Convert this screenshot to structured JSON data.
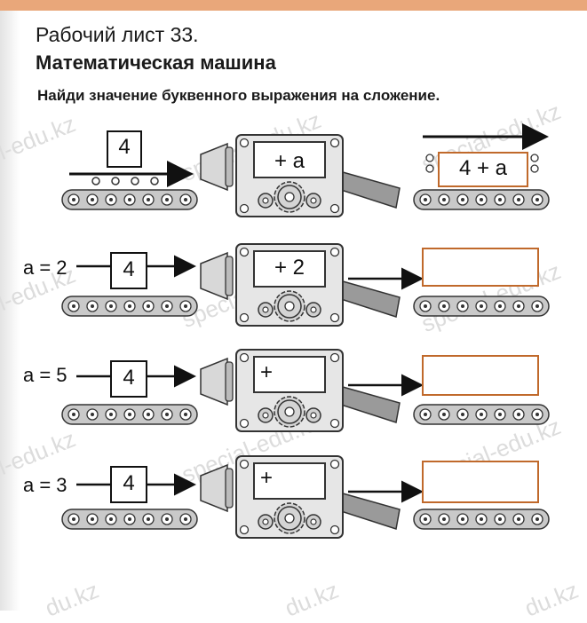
{
  "header": {
    "sheet_number": "Рабочий лист 33.",
    "title": "Математическая машина",
    "task": "Найди значение буквенного выражения на сложение."
  },
  "watermark": "special-edu.kz",
  "watermark_partial": {
    "a": "l-edu.kz",
    "b": "edu.kz",
    "c": "du.kz"
  },
  "example": {
    "input": "4",
    "operation": "+ a",
    "output": "4 + a"
  },
  "rows": [
    {
      "label": "a = 2",
      "input": "4",
      "operation": "+ 2",
      "answer": ""
    },
    {
      "label": "a = 5",
      "input": "4",
      "operation": "+",
      "answer": ""
    },
    {
      "label": "a = 3",
      "input": "4",
      "operation": "+",
      "answer": ""
    }
  ],
  "colors": {
    "answer_border": "#c0692b",
    "machine_fill": "#e6e6e6",
    "top_bar": "#e9a77a"
  }
}
